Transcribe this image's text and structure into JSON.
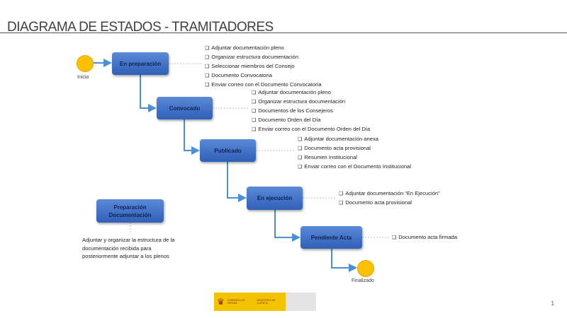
{
  "title": "DIAGRAMA DE ESTADOS - TRAMITADORES",
  "start_label": "Inicio",
  "end_label": "Finalizado",
  "states": [
    {
      "label": "En preparación",
      "items": [
        "Adjuntar documentación pleno",
        "Organizar estructura documentación",
        "Seleccionar miembros del Consejo",
        "Documento Convocatoria",
        "Enviar correo con el Documento Convocatoria"
      ]
    },
    {
      "label": "Convocado",
      "items": [
        "Adjuntar documentación pleno",
        "Organizar estructura documentación",
        "Documentos de los Consejeros",
        "Documento Orden del Día",
        "Enviar correo con el Documento Orden del Día"
      ]
    },
    {
      "label": "Publicado",
      "items": [
        "Adjuntar documentación anexa",
        "Documento acta provisional",
        "Resumen Institucional",
        "Enviar correo con el Documento Institucional"
      ]
    },
    {
      "label": "En ejecución",
      "items": [
        "Adjuntar documentación “En Ejecución”",
        "Documento acta provisional"
      ]
    },
    {
      "label": "Pendiente Acta",
      "items": [
        "Documento acta firmada"
      ]
    }
  ],
  "legend": {
    "label": "Preparación Documentación",
    "note": "Adjuntar y organizar la estructura de la documentación recibida para posteriormente adjuntar a los plenos"
  },
  "logo": {
    "line1": "GOBIERNO DE ESPAÑA",
    "line2": "MINISTERIO DE JUSTICIA"
  },
  "page_number": "1",
  "colors": {
    "box": "#3d6fc8",
    "circle": "#ffc000",
    "connector": "#4a90d9"
  }
}
